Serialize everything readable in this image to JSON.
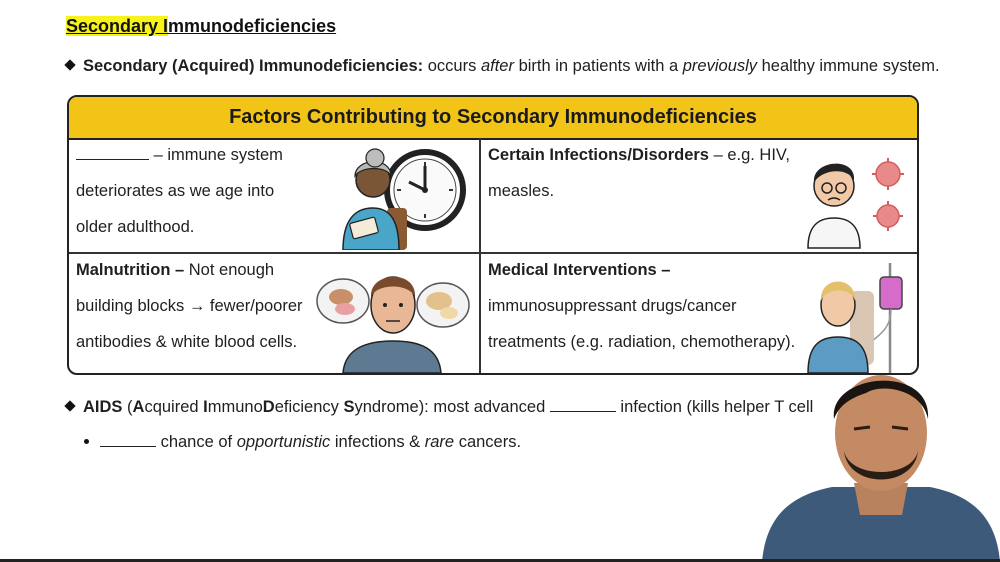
{
  "title": {
    "highlighted": "Secondary I",
    "rest": "mmunodeficiencies"
  },
  "definition": {
    "term": "Secondary (Acquired) Immunodeficiencies:",
    "t1": " occurs ",
    "after": "after",
    "t2": " birth in patients with a ",
    "previously": "previously",
    "t3": " healthy immune system."
  },
  "table": {
    "header": "Factors Contributing to Secondary Immunodeficiencies",
    "aging": {
      "line1": " – immune system",
      "line2": "deteriorates as we age into",
      "line3": "older adulthood."
    },
    "infections": {
      "bold": "Certain Infections/Disorders",
      "line1": " – e.g. HIV,",
      "line2": "measles."
    },
    "malnutrition": {
      "bold": "Malnutrition –",
      "line1": " Not enough",
      "line2": "building blocks → fewer/poorer",
      "line3": "antibodies & white blood cells."
    },
    "medical": {
      "bold": "Medical Interventions –",
      "line2": "immunosuppressant drugs/cancer",
      "line3": "treatments (e.g. radiation, chemotherapy)."
    }
  },
  "aids": {
    "label": "AIDS",
    "open": " (",
    "A": "A",
    "cquired": "cquired ",
    "I": "I",
    "mmuno": "mmuno",
    "D": "D",
    "eficiency": "eficiency ",
    "S": "S",
    "yndrome": "yndrome",
    "t1": "): most advanced ",
    "t2": " infection (kills helper T cell"
  },
  "sub_bullet": {
    "t1": " chance of ",
    "opportunistic": "opportunistic",
    "t2": " infections & ",
    "rare": "rare",
    "t3": " cancers."
  },
  "colors": {
    "highlight": "#f7f21a",
    "table_header": "#f2c418",
    "virus": "#e98a8a",
    "iv_bag": "#d66cc9"
  }
}
